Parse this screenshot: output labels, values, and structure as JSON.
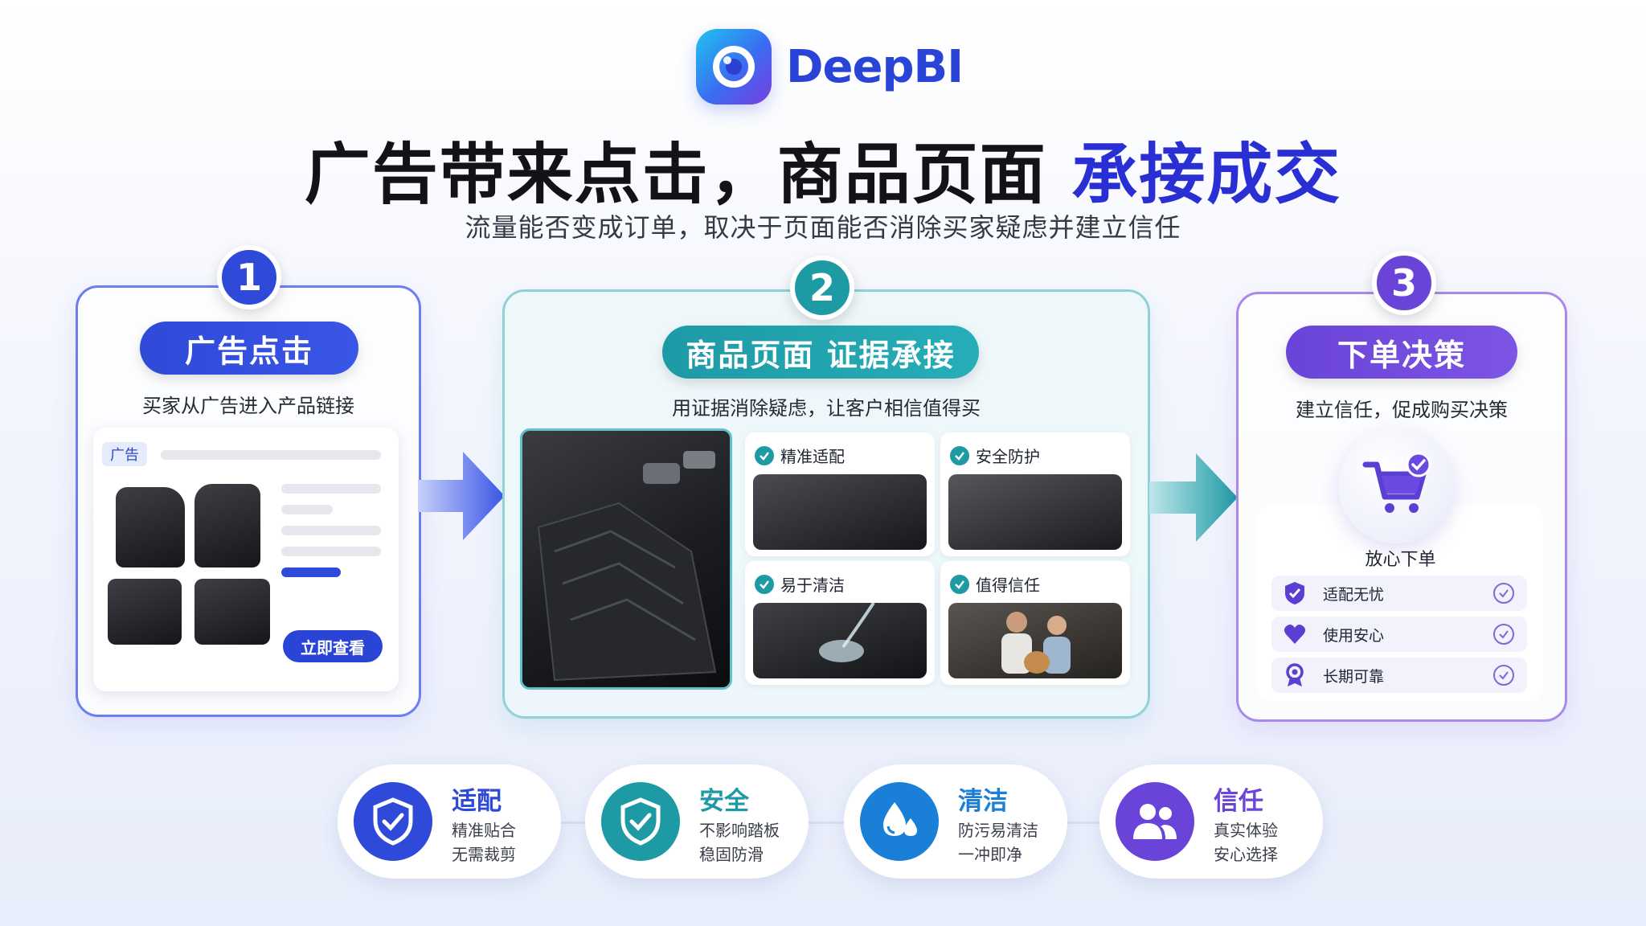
{
  "header": {
    "logo_text": "DeepBI",
    "title_main": "广告带来点击，商品页面",
    "title_highlight": "承接成交",
    "subtitle": "流量能否变成订单，取决于页面能否消除买家疑虑并建立信任"
  },
  "steps": [
    {
      "number": "1",
      "title": "广告点击",
      "desc": "买家从广告进入产品链接",
      "ad_tag": "广告",
      "button": "立即查看",
      "color": "#2f49d8"
    },
    {
      "number": "2",
      "title": "商品页面 证据承接",
      "desc": "用证据消除疑虑，让客户相信值得买",
      "tiles": [
        "精准适配",
        "安全防护",
        "易于清洁",
        "值得信任"
      ],
      "color": "#1e9aa5"
    },
    {
      "number": "3",
      "title": "下单决策",
      "desc": "建立信任，促成购买决策",
      "cart_label": "放心下单",
      "rows": [
        "适配无忧",
        "使用安心",
        "长期可靠"
      ],
      "color": "#6a43d8"
    }
  ],
  "features": [
    {
      "title": "适配",
      "line1": "精准贴合",
      "line2": "无需裁剪",
      "color": "#2f49d8",
      "icon": "shield-check-icon"
    },
    {
      "title": "安全",
      "line1": "不影响踏板",
      "line2": "稳固防滑",
      "color": "#1e9aa5",
      "icon": "shield-check-icon"
    },
    {
      "title": "清洁",
      "line1": "防污易清洁",
      "line2": "一冲即净",
      "color": "#1a7fd6",
      "icon": "water-drop-icon"
    },
    {
      "title": "信任",
      "line1": "真实体验",
      "line2": "安心选择",
      "color": "#6a43d8",
      "icon": "users-icon"
    }
  ]
}
